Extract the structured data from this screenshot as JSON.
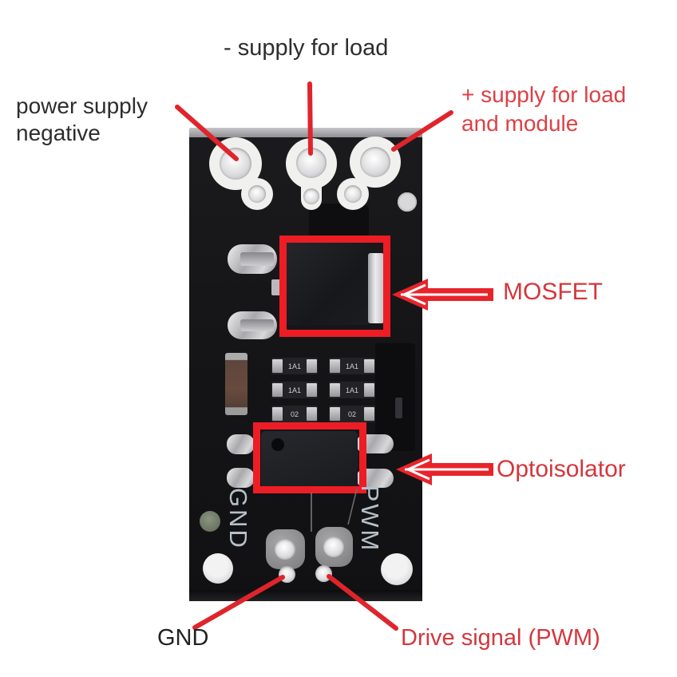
{
  "annotations": {
    "power_supply_negative": {
      "line1": "power supply",
      "line2": "negative"
    },
    "minus_supply_for_load": "- supply for load",
    "plus_supply": {
      "line1": "+ supply for load",
      "line2": "and module"
    },
    "mosfet": "MOSFET",
    "optoisolator": "Optoisolator",
    "gnd": "GND",
    "drive_signal": "Drive signal (PWM)"
  },
  "pcb": {
    "silkscreen": {
      "gnd": "GND",
      "pwm": "PWM"
    },
    "resistor_markings": [
      "1A1",
      "1A1",
      "02"
    ]
  },
  "colors": {
    "annotation_red": "#e0242b",
    "outline_red": "#ed1d25",
    "red_text": "#d4373d",
    "black_text": "#2d2d2d",
    "pcb_black": "#151517",
    "silkscreen_white": "#b6c0cb",
    "pad_white": "#f0f0ee"
  }
}
